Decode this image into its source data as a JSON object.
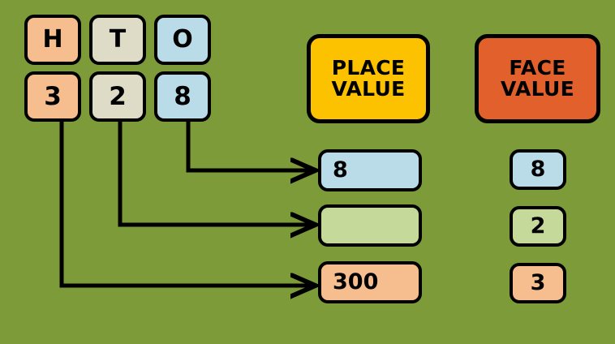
{
  "background_color": "#7d9b38",
  "place_headers": [
    {
      "label": "H",
      "color": "#f6bd8e",
      "name": "hundreds"
    },
    {
      "label": "T",
      "color": "#dedbc6",
      "name": "tens"
    },
    {
      "label": "O",
      "color": "#b9dce8",
      "name": "ones"
    }
  ],
  "digits": [
    {
      "label": "3",
      "color": "#f6bd8e",
      "name": "hundreds"
    },
    {
      "label": "2",
      "color": "#dedbc6",
      "name": "tens"
    },
    {
      "label": "8",
      "color": "#b9dce8",
      "name": "ones"
    }
  ],
  "titles": {
    "place_value": {
      "line1": "PLACE",
      "line2": "VALUE",
      "color": "#fcc200"
    },
    "face_value": {
      "line1": "FACE",
      "line2": "VALUE",
      "color": "#e2602b"
    }
  },
  "place_values": [
    {
      "label": "8",
      "color": "#b9dce8",
      "source": "ones"
    },
    {
      "label": "",
      "color": "#c5da9a",
      "source": "tens"
    },
    {
      "label": "300",
      "color": "#f6bd8e",
      "source": "hundreds"
    }
  ],
  "face_values": [
    {
      "label": "8",
      "color": "#b9dce8",
      "source": "ones"
    },
    {
      "label": "2",
      "color": "#c5da9a",
      "source": "tens"
    },
    {
      "label": "3",
      "color": "#f6bd8e",
      "source": "hundreds"
    }
  ],
  "connectors": {
    "stroke_color": "#000000",
    "stroke_width": 5,
    "arrows": [
      {
        "from": "ones",
        "to": "place-value-box-1"
      },
      {
        "from": "tens",
        "to": "place-value-box-2"
      },
      {
        "from": "hundreds",
        "to": "place-value-box-3"
      }
    ]
  }
}
